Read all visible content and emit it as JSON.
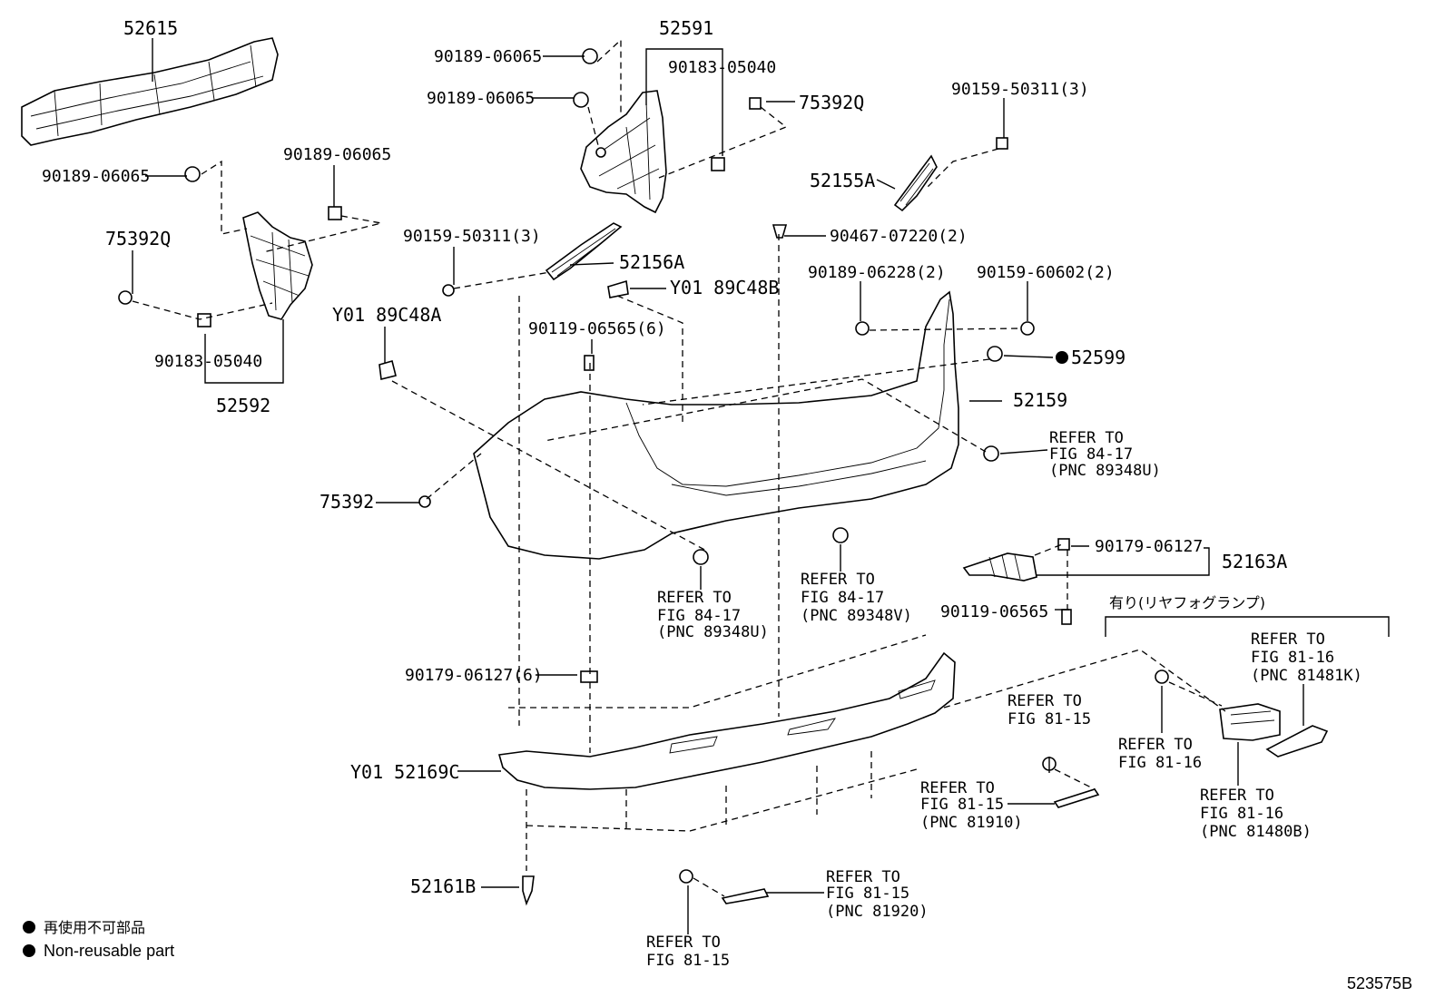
{
  "parts": {
    "p52615": "52615",
    "p52591": "52591",
    "p90189_a": "90189-06065",
    "p90189_b": "90189-06065",
    "p90183_a": "90183-05040",
    "p75392q_a": "75392Q",
    "p90159_a": "90159-50311(3)",
    "p52155a": "52155A",
    "p90189_c": "90189-06065",
    "p90189_d": "90189-06065",
    "p75392q_b": "75392Q",
    "p90159_b": "90159-50311(3)",
    "p52156a": "52156A",
    "p90467": "90467-07220(2)",
    "py89c48b": "Y01 89C48B",
    "py89c48a": "Y01 89C48A",
    "p90189_e": "90189-06228(2)",
    "p90159_c": "90159-60602(2)",
    "p90183_b": "90183-05040",
    "p52592": "52592",
    "p90119_a": "90119-06565(6)",
    "p52599": "52599",
    "p52159": "52159",
    "p75392": "75392",
    "p90179_a": "90179-06127",
    "p52163a": "52163A",
    "p90119_b": "90119-06565",
    "p90179_b": "90179-06127(6)",
    "p52169c": "Y01 52169C",
    "p52161b": "52161B"
  },
  "refs": {
    "r1": [
      "REFER TO",
      "FIG 84-17",
      "(PNC 89348U)"
    ],
    "r2": [
      "REFER TO",
      "FIG 84-17",
      "(PNC 89348U)"
    ],
    "r3": [
      "REFER TO",
      "FIG 84-17",
      "(PNC 89348V)"
    ],
    "r4": [
      "REFER TO",
      "FIG 81-16",
      "(PNC 81481K)"
    ],
    "r5": [
      "REFER TO",
      "FIG 81-15"
    ],
    "r6": [
      "REFER TO",
      "FIG 81-16"
    ],
    "r7": [
      "REFER TO",
      "FIG 81-15",
      "(PNC 81910)"
    ],
    "r8": [
      "REFER TO",
      "FIG 81-16",
      "(PNC 81480B)"
    ],
    "r9": [
      "REFER TO",
      "FIG 81-15",
      "(PNC 81920)"
    ],
    "r10": [
      "REFER TO",
      "FIG 81-15"
    ]
  },
  "fog_lamp_note": "有り(リヤフォグランプ)",
  "legend": {
    "jp": "再使用不可部品",
    "en": "Non-reusable part"
  },
  "figure_id": "523575B"
}
